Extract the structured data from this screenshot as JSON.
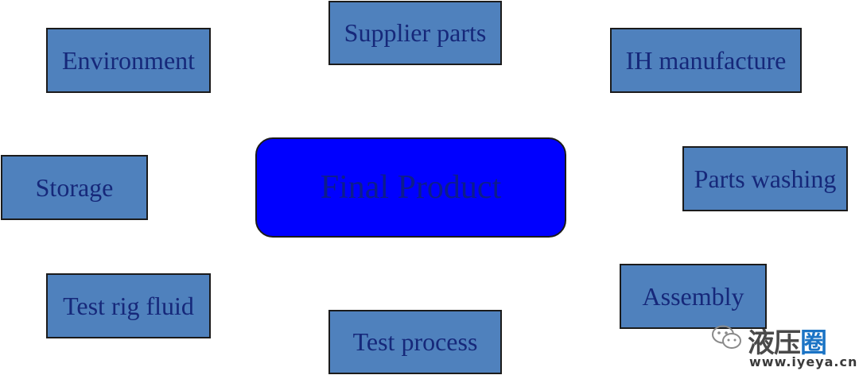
{
  "center": {
    "label": "Final Product",
    "fill": "#0000ff"
  },
  "nodes": [
    {
      "id": "supplier",
      "label": "Supplier parts"
    },
    {
      "id": "env",
      "label": "Environment"
    },
    {
      "id": "ih",
      "label": "IH manufacture"
    },
    {
      "id": "storage",
      "label": "Storage"
    },
    {
      "id": "washing",
      "label": "Parts washing"
    },
    {
      "id": "testrig",
      "label": "Test rig fluid"
    },
    {
      "id": "testproc",
      "label": "Test process"
    },
    {
      "id": "assembly",
      "label": "Assembly"
    }
  ],
  "node_fill": "#4f81bd",
  "watermark": {
    "chars_gray": "液压",
    "chars_blue": "圈",
    "url": "www.iyeya.cn",
    "icon": "wechat-icon"
  }
}
